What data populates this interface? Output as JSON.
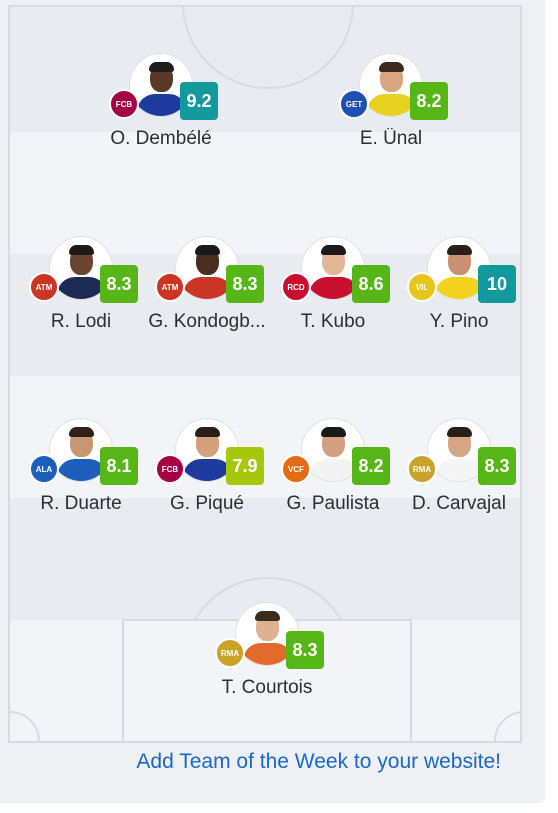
{
  "footer": {
    "link_text": "Add Team of the Week to your website!"
  },
  "colors": {
    "rating_green": "#57b617",
    "rating_teal": "#11999e",
    "rating_lime": "#a7c70d",
    "link": "#1a68c9"
  },
  "players": [
    {
      "name": "O. Dembélé",
      "rating": "9.2",
      "rating_color": "#11999e",
      "club_icon": "barcelona-crest-icon",
      "crest_color": "#a50044",
      "crest_text": "FCB",
      "shirt": "#1d3b9e",
      "skin": "#5a3a26",
      "hair": "#1d1d1d"
    },
    {
      "name": "E. Ünal",
      "rating": "8.2",
      "rating_color": "#57b617",
      "club_icon": "getafe-crest-icon",
      "crest_color": "#1f4fb0",
      "crest_text": "GET",
      "shirt": "#e8d020",
      "skin": "#d9a57f",
      "hair": "#3b2a1e"
    },
    {
      "name": "R. Lodi",
      "rating": "8.3",
      "rating_color": "#57b617",
      "club_icon": "atletico-crest-icon",
      "crest_color": "#cb3524",
      "crest_text": "ATM",
      "shirt": "#1d2a55",
      "skin": "#6b4530",
      "hair": "#1a1a1a"
    },
    {
      "name": "G. Kondogbia",
      "display_name": "G. Kondogb...",
      "rating": "8.3",
      "rating_color": "#57b617",
      "club_icon": "atletico-crest-icon",
      "crest_color": "#cb3524",
      "crest_text": "ATM",
      "shirt": "#cb3524",
      "skin": "#4a2e1f",
      "hair": "#1a1a1a"
    },
    {
      "name": "T. Kubo",
      "rating": "8.6",
      "rating_color": "#57b617",
      "club_icon": "mallorca-crest-icon",
      "crest_color": "#c8102e",
      "crest_text": "RCD",
      "shirt": "#c8102e",
      "skin": "#e3b793",
      "hair": "#1a1a1a"
    },
    {
      "name": "Y. Pino",
      "rating": "10",
      "rating_color": "#11999e",
      "club_icon": "villarreal-crest-icon",
      "crest_color": "#e8c51b",
      "crest_text": "VIL",
      "shirt": "#f2d21c",
      "skin": "#c99170",
      "hair": "#2a1f18"
    },
    {
      "name": "R. Duarte",
      "rating": "8.1",
      "rating_color": "#57b617",
      "club_icon": "alaves-crest-icon",
      "crest_color": "#1d5ebd",
      "crest_text": "ALA",
      "shirt": "#1d5ebd",
      "skin": "#c89670",
      "hair": "#2d2118"
    },
    {
      "name": "G. Piqué",
      "rating": "7.9",
      "rating_color": "#a7c70d",
      "club_icon": "barcelona-crest-icon",
      "crest_color": "#a50044",
      "crest_text": "FCB",
      "shirt": "#1d3b9e",
      "skin": "#d5a07c",
      "hair": "#2a1f18"
    },
    {
      "name": "G. Paulista",
      "rating": "8.2",
      "rating_color": "#57b617",
      "club_icon": "valencia-crest-icon",
      "crest_color": "#e36b14",
      "crest_text": "VCF",
      "shirt": "#f3f3f3",
      "skin": "#d2a07e",
      "hair": "#1a1a1a"
    },
    {
      "name": "D. Carvajal",
      "rating": "8.3",
      "rating_color": "#57b617",
      "club_icon": "real-madrid-crest-icon",
      "crest_color": "#c9a227",
      "crest_text": "RMA",
      "shirt": "#f5f5f5",
      "skin": "#d6a581",
      "hair": "#2a1f18"
    },
    {
      "name": "T. Courtois",
      "rating": "8.3",
      "rating_color": "#57b617",
      "club_icon": "real-madrid-crest-icon",
      "crest_color": "#c9a227",
      "crest_text": "RMA",
      "shirt": "#e26a2c",
      "skin": "#e0b190",
      "hair": "#3b2a1e"
    }
  ]
}
